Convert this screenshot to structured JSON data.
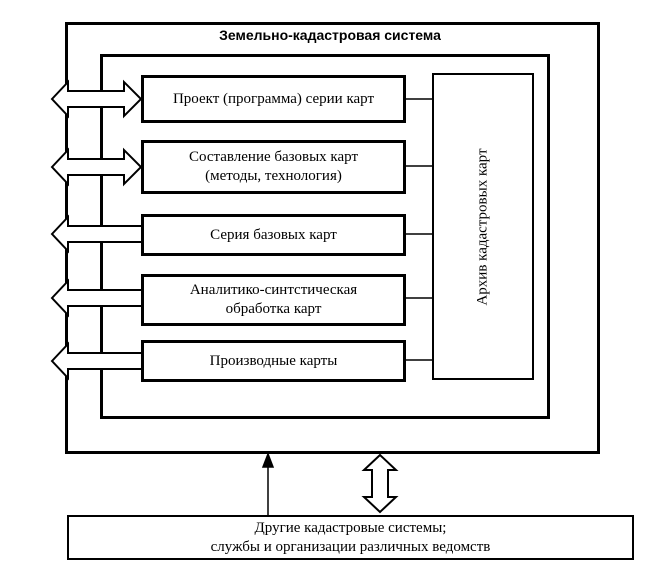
{
  "diagram": {
    "title": "Земельно-кадастровая система",
    "blocks": [
      {
        "label": "Проект (программа) серии карт"
      },
      {
        "label": "Составление базовых карт (методы, технология)"
      },
      {
        "label": "Серия базовых карт"
      },
      {
        "label": "Аналитико-синтстическая обработка карт"
      },
      {
        "label": "Производные карты"
      }
    ],
    "archive_label": "Архив кадастровых карт",
    "bottom_line1": "Другие кадастровые системы;",
    "bottom_line2": "службы и организации различных ведомств"
  }
}
